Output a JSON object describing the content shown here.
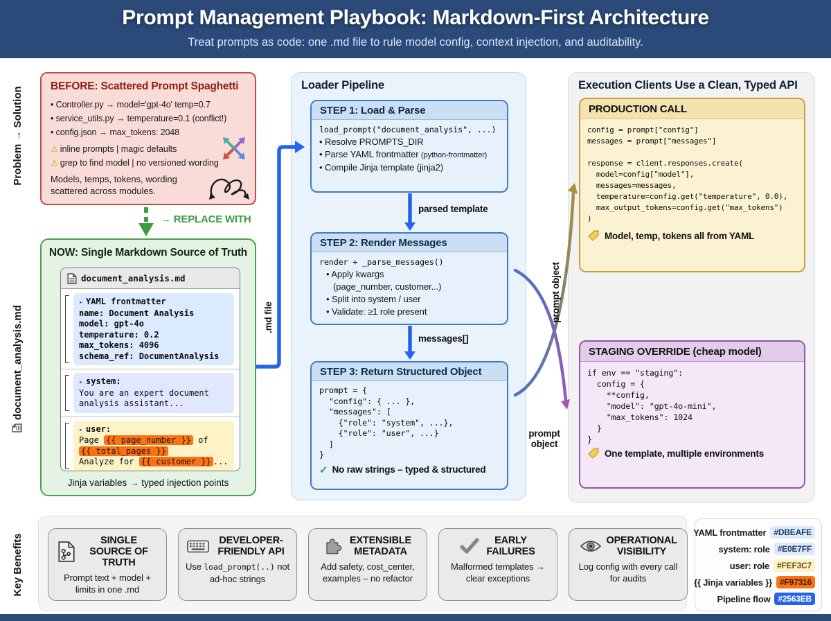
{
  "header": {
    "title": "Prompt Management Playbook: Markdown-First Architecture",
    "subtitle": "Treat prompts as code: one .md file to rule model config, context injection, and auditability."
  },
  "rails": {
    "problem": "Problem → Solution",
    "file": "document_analysis.md",
    "benefits": "Key Benefits"
  },
  "icons": {
    "marker": "▸",
    "warning": "⚠",
    "check": "✓",
    "bullet": "•"
  },
  "before": {
    "title": "BEFORE: Scattered Prompt Spaghetti",
    "bullets": [
      "• Controller.py → model='gpt-4o' temp=0.7",
      "• service_utils.py → temperature=0.1 (conflict!)",
      "• config.json → max_tokens: 2048"
    ],
    "warnings": [
      "inline prompts | magic defaults",
      "grep to find model | no versioned wording"
    ],
    "summary": "Models, temps, tokens, wording scattered across modules."
  },
  "replace_with": "→ REPLACE WITH",
  "now": {
    "title": "NOW: Single Markdown Source of Truth",
    "file_name": "document_analysis.md",
    "yaml": {
      "header": "YAML frontmatter",
      "lines": [
        "name: Document Analysis",
        "model: gpt-4o",
        "temperature: 0.2",
        "max_tokens: 4096",
        "schema_ref: DocumentAnalysis"
      ]
    },
    "system": {
      "header": "system:",
      "lines": [
        "You are an expert document",
        "analysis assistant..."
      ]
    },
    "user": {
      "header": "user:",
      "l1_pre": "Page ",
      "l1_var": "{{ page_number }}",
      "l1_post": " of",
      "l2_var": "{{ total_pages }}",
      "l3_pre": "Analyze for ",
      "l3_var": "{{ customer }}",
      "l3_post": "..."
    },
    "caption": "Jinja variables → typed injection points"
  },
  "pipeline": {
    "title": "Loader Pipeline",
    "step1": {
      "title": "STEP 1: Load & Parse",
      "code": "load_prompt(\"document_analysis\", ...)",
      "b1": "• Resolve PROMPTS_DIR",
      "b2": "• Parse YAML frontmatter ",
      "b2_small": "(python-frontmatter)",
      "b3": "• Compile Jinja template (jinja2)"
    },
    "step2": {
      "title": "STEP 2: Render Messages",
      "code": "render + _parse_messages()",
      "b1": "• Apply kwargs",
      "b1b": "(page_number, customer...)",
      "b2": "• Split into system / user",
      "b3": "• Validate: ≥1 role present"
    },
    "step3": {
      "title": "STEP 3: Return Structured Object",
      "code_lines": [
        "prompt = {",
        "  \"config\": { ... },",
        "  \"messages\": [",
        "    {\"role\": \"system\", ...},",
        "    {\"role\": \"user\", ...}",
        "  ]",
        "}"
      ],
      "note": "No raw strings – typed & structured"
    },
    "labels": {
      "md_file": ".md file",
      "parsed_template": "parsed template",
      "messages": "messages[]",
      "prompt_object_v": "prompt object",
      "prompt_object_h": "prompt\nobject"
    }
  },
  "execution": {
    "title": "Execution Clients Use a Clean, Typed API",
    "production": {
      "title": "PRODUCTION CALL",
      "code_lines": [
        "config = prompt[\"config\"]",
        "messages = prompt[\"messages\"]",
        "",
        "response = client.responses.create(",
        "  model=config[\"model\"],",
        "  messages=messages,",
        "  temperature=config.get(\"temperature\", 0.0),",
        "  max_output_tokens=config.get(\"max_tokens\")",
        ")"
      ],
      "note": "Model, temp, tokens all from YAML"
    },
    "staging": {
      "title": "STAGING OVERRIDE (cheap model)",
      "code_lines": [
        "if env == \"staging\":",
        "  config = {",
        "    **config,",
        "    \"model\": \"gpt-4o-mini\",",
        "    \"max_tokens\": 1024",
        "  }",
        "}"
      ],
      "note": "One template, multiple environments"
    }
  },
  "benefits": [
    {
      "title": "SINGLE SOURCE OF TRUTH",
      "desc": "Prompt text + model + limits in one .md"
    },
    {
      "title": "DEVELOPER-FRIENDLY API",
      "desc_pre": "Use ",
      "desc_code": "load_prompt(..)",
      "desc_post": " not ad-hoc strings"
    },
    {
      "title": "EXTENSIBLE METADATA",
      "desc": "Add safety, cost_center, examples – no refactor"
    },
    {
      "title": "EARLY FAILURES",
      "desc": "Malformed templates → clear exceptions"
    },
    {
      "title": "OPERATIONAL VISIBILITY",
      "desc": "Log config with every call for audits"
    }
  ],
  "legend": {
    "rows": [
      {
        "label": "YAML frontmatter",
        "value": "#DBEAFE",
        "chip_style": "background:#DBEAFE;color:#1F3A5C"
      },
      {
        "label": "system: role",
        "value": "#E0E7FF",
        "chip_style": "background:#E0E7FF;color:#1F3A5C"
      },
      {
        "label": "user: role",
        "value": "#FEF3C7",
        "chip_style": "background:#FEF3C7;color:#6B5210"
      },
      {
        "label": "{{ Jinja variables }}",
        "value": "#F97316",
        "chip_style": "background:#F97316;color:#3A1D04"
      },
      {
        "label": "Pipeline flow",
        "value": "#2563EB",
        "chip_style": "background:#2563EB;color:#FFFFFF"
      }
    ]
  },
  "palette": {
    "header_navy": "#2B4A7A",
    "pipeline_blue": "#2563EB",
    "before_red": "#C64A42",
    "now_green": "#48A04E",
    "production_gold": "#C4A03C",
    "staging_purple": "#9156A8",
    "jinja_orange": "#F97316"
  }
}
